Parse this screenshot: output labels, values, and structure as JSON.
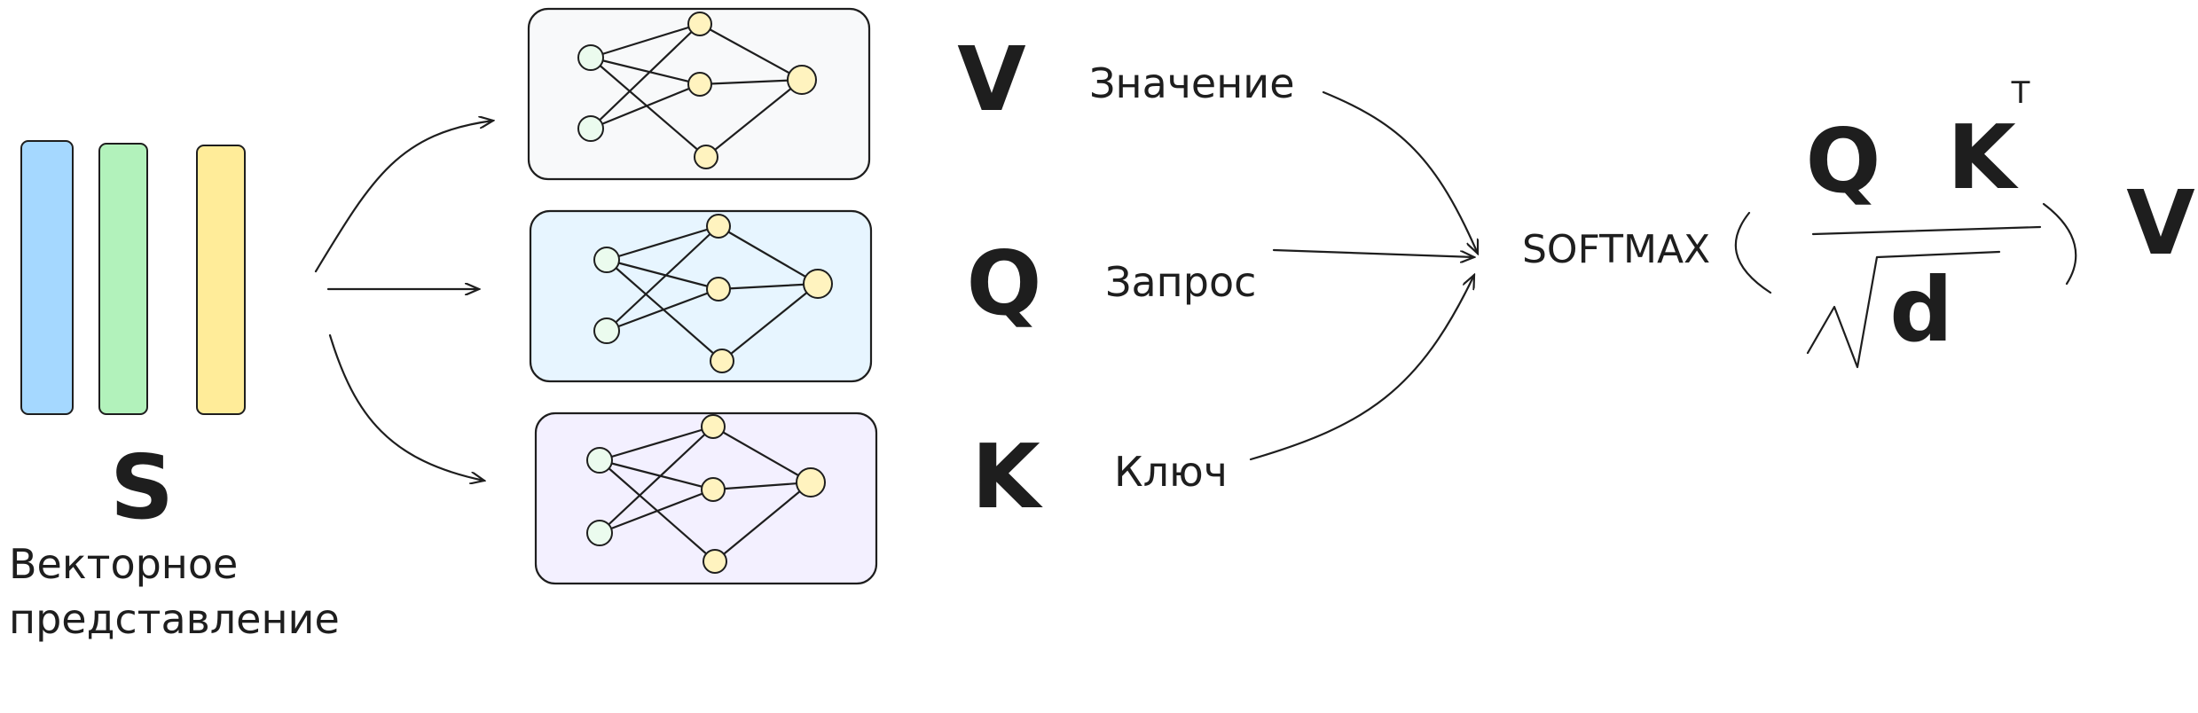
{
  "embedding": {
    "symbol": "S",
    "caption_line1": "Векторное",
    "caption_line2": "представление",
    "bar_colors": [
      "#a5d8ff",
      "#b2f2bb",
      "#ffec99"
    ]
  },
  "networks": [
    {
      "id": "value",
      "fill": "#f8f9fa",
      "letter": "V",
      "word": "Значение"
    },
    {
      "id": "query",
      "fill": "#e7f5ff",
      "letter": "Q",
      "word": "Запрос"
    },
    {
      "id": "key",
      "fill": "#f3f0ff",
      "letter": "K",
      "word": "Ключ"
    }
  ],
  "formula": {
    "softmax": "SOFTMAX",
    "open_paren": "(",
    "close_paren": ")",
    "q": "Q",
    "k": "K",
    "transpose": "T",
    "d": "d",
    "v": "V"
  }
}
